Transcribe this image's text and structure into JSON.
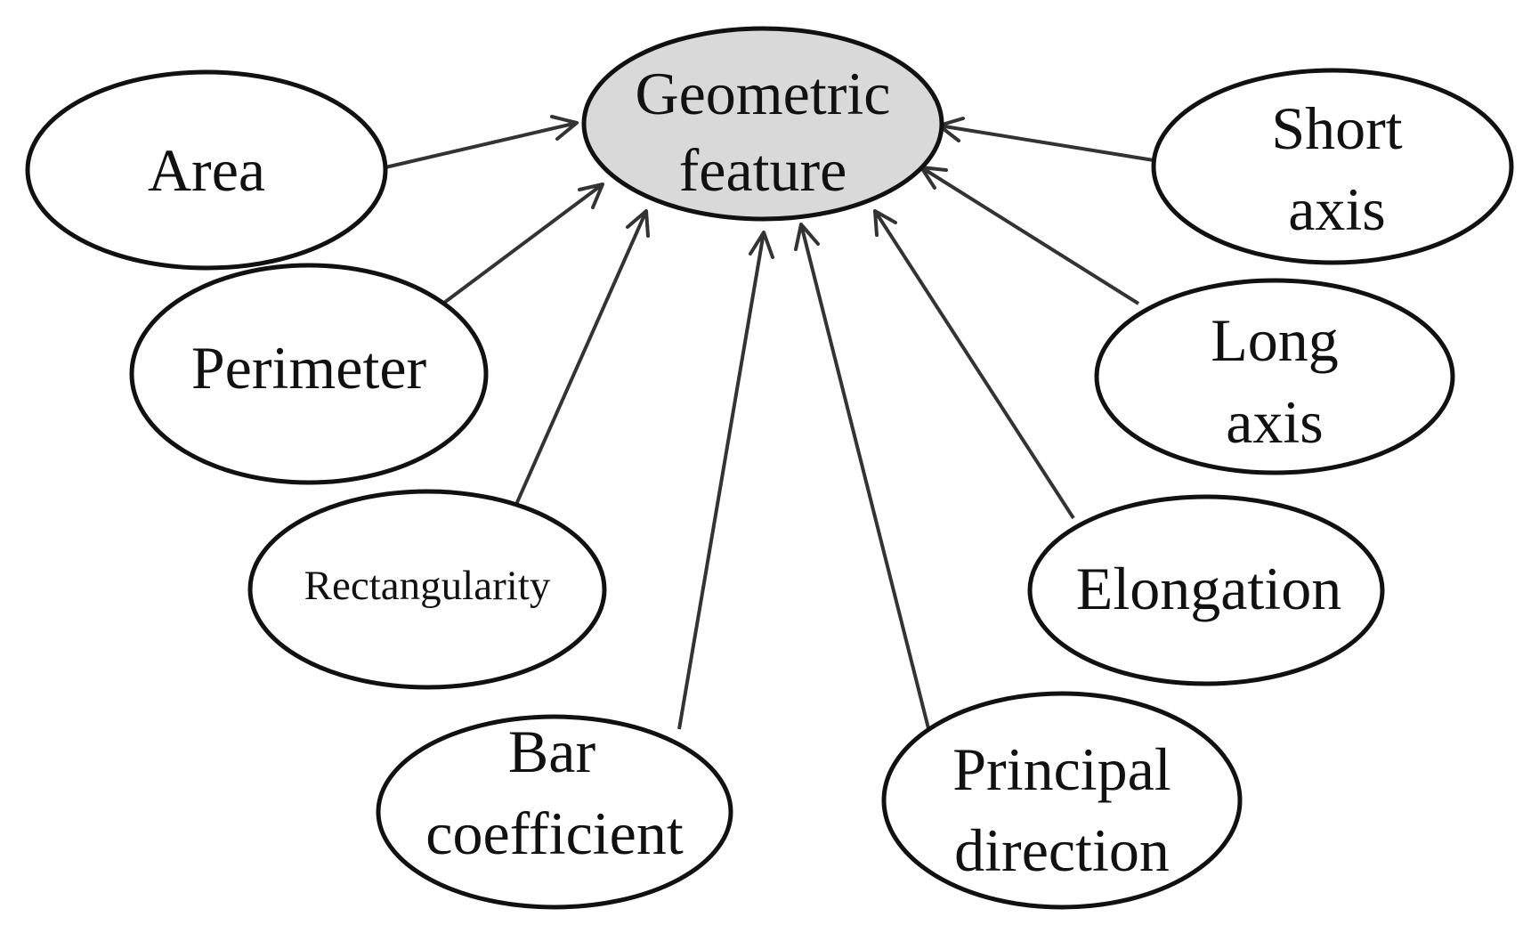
{
  "diagram": {
    "center": {
      "lines": [
        "Geometric",
        "feature"
      ]
    },
    "features": {
      "area": {
        "lines": [
          "Area"
        ]
      },
      "perimeter": {
        "lines": [
          "Perimeter"
        ]
      },
      "rectangularity": {
        "lines": [
          "Rectangularity"
        ]
      },
      "bar_coefficient": {
        "lines": [
          "Bar",
          "coefficient"
        ]
      },
      "principal_direction": {
        "lines": [
          "Principal",
          "direction"
        ]
      },
      "elongation": {
        "lines": [
          "Elongation"
        ]
      },
      "long_axis": {
        "lines": [
          "Long",
          "axis"
        ]
      },
      "short_axis": {
        "lines": [
          "Short",
          "axis"
        ]
      }
    },
    "edges": [
      {
        "from": "area",
        "to": "center"
      },
      {
        "from": "perimeter",
        "to": "center"
      },
      {
        "from": "rectangularity",
        "to": "center"
      },
      {
        "from": "bar_coefficient",
        "to": "center"
      },
      {
        "from": "principal_direction",
        "to": "center"
      },
      {
        "from": "elongation",
        "to": "center"
      },
      {
        "from": "long_axis",
        "to": "center"
      },
      {
        "from": "short_axis",
        "to": "center"
      }
    ],
    "colors": {
      "center_fill": "#d9d9d9",
      "node_fill": "#ffffff",
      "stroke": "#111111",
      "arrow": "#333333"
    }
  }
}
